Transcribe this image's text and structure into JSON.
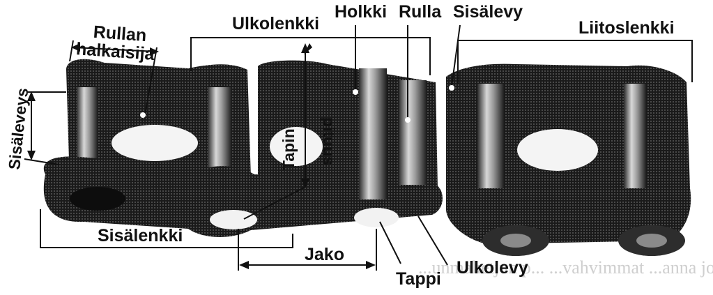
{
  "diagram": {
    "labels": {
      "ulkolenkki": "Ulkolenkki",
      "holkki": "Holkki",
      "rulla": "Rulla",
      "sisalevy": "Sisälevy",
      "liitoslenkki": "Liitoslenkki",
      "rullan_line1": "Rullan",
      "rullan_line2": "halkaisija",
      "sisaleveys": "Sisäleveys",
      "tapin_line1": "Tapin",
      "tapin_line2": "pituus",
      "sisalenkki": "Sisälenkki",
      "jako": "Jako",
      "tappi": "Tappi",
      "ulkolevy": "Ulkolevy"
    },
    "background_text": "...unmaketjun p... ...vahvimmat ...anna joko ulkopuoliste"
  }
}
